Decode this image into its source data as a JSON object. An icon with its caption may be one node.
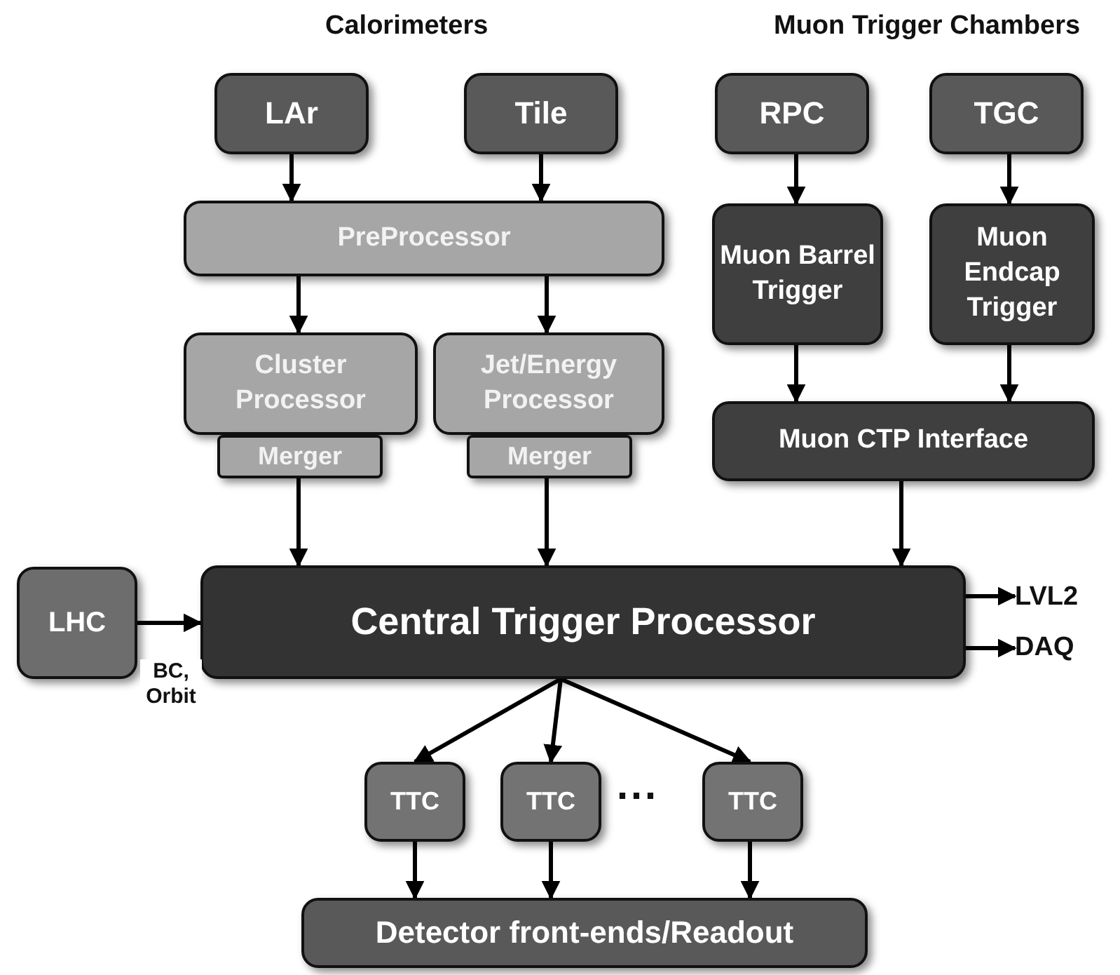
{
  "diagram": {
    "nodes": [
      {
        "text": [
          "LAr"
        ]
      },
      {
        "text": [
          "Tile"
        ]
      },
      {
        "text": [
          "RPC"
        ]
      },
      {
        "text": [
          "TGC"
        ]
      },
      {
        "text": [
          "PreProcessor"
        ]
      },
      {
        "text": [
          "Muon Barrel Trigger"
        ]
      },
      {
        "text": [
          "Muon Endcap Trigger"
        ]
      },
      {
        "text": [
          "Cluster Processor"
        ]
      },
      {
        "text": [
          "Jet/Energy Processor"
        ]
      },
      {
        "text": [
          "Merger"
        ]
      },
      {
        "text": [
          "Merger"
        ]
      },
      {
        "text": [
          "Muon CTP Interface"
        ]
      },
      {
        "text": [
          "LHC"
        ]
      },
      {
        "text": [
          "Central Trigger Processor"
        ]
      },
      {
        "text": [
          "LVL2"
        ]
      },
      {
        "text": [
          "DAQ"
        ]
      },
      {
        "text": [
          "TTC"
        ]
      },
      {
        "text": [
          "TTC"
        ]
      },
      {
        "text": [
          "TTC"
        ]
      },
      {
        "text": [
          "Detector front-ends/Readout"
        ]
      }
    ],
    "edges": [
      {
        "from": 0,
        "to": 4,
        "arrow": "to"
      },
      {
        "from": 1,
        "to": 4,
        "arrow": "to"
      },
      {
        "from": 2,
        "to": 5,
        "arrow": "to"
      },
      {
        "from": 3,
        "to": 6,
        "arrow": "to"
      },
      {
        "from": 4,
        "to": 7,
        "arrow": "to"
      },
      {
        "from": 4,
        "to": 8,
        "arrow": "to"
      },
      {
        "from": 5,
        "to": 11,
        "arrow": "to"
      },
      {
        "from": 6,
        "to": 11,
        "arrow": "to"
      },
      {
        "from": 9,
        "to": 13,
        "arrow": "to"
      },
      {
        "from": 10,
        "to": 13,
        "arrow": "to"
      },
      {
        "from": 11,
        "to": 13,
        "arrow": "to"
      },
      {
        "from": 12,
        "to": 13,
        "arrow": "to",
        "label": "BC, Orbit"
      },
      {
        "from": 13,
        "to": 14,
        "arrow": "to"
      },
      {
        "from": 13,
        "to": 15,
        "arrow": "to"
      },
      {
        "from": 13,
        "to": 16,
        "arrow": "to"
      },
      {
        "from": 13,
        "to": 17,
        "arrow": "to"
      },
      {
        "from": 13,
        "to": 18,
        "arrow": "to"
      },
      {
        "from": 16,
        "to": 19,
        "arrow": "to"
      },
      {
        "from": 17,
        "to": 19,
        "arrow": "to"
      },
      {
        "from": 18,
        "to": 19,
        "arrow": "to"
      }
    ],
    "labels": [
      "Calorimeters",
      "Muon Trigger Chambers",
      "⋯"
    ]
  }
}
